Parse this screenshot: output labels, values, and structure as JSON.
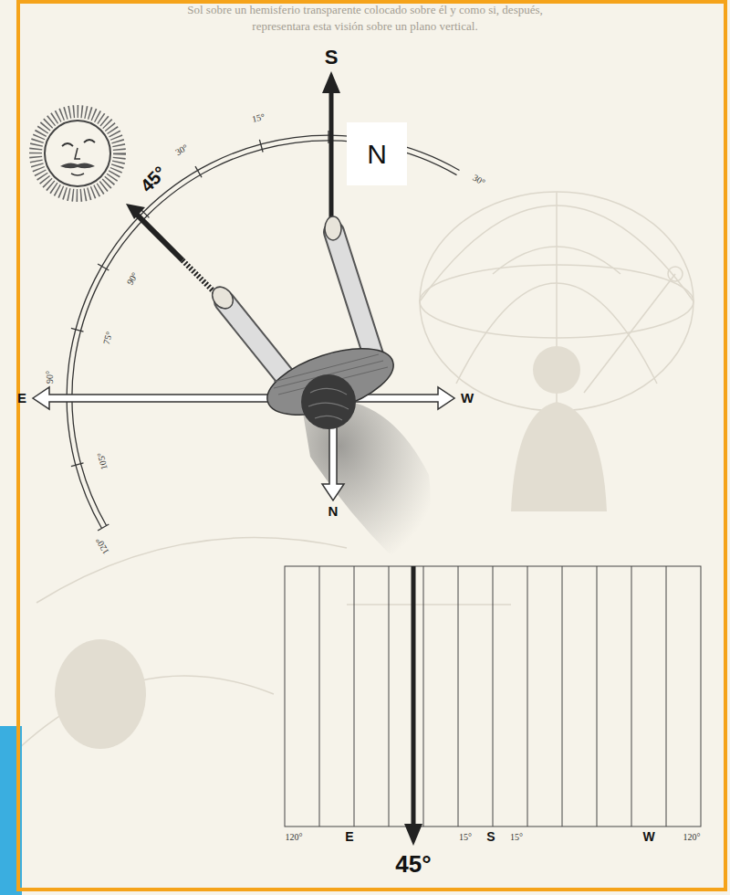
{
  "diagram": {
    "nodes": [
      {
        "text": [
          "N"
        ]
      }
    ],
    "labels": [
      "Sol sobre un hemisferio transparente colocado sobre él y como si, después,",
      "representara esta visión sobre un plano vertical.",
      "S",
      "15°",
      "30°",
      "30°",
      "45°",
      "90°",
      "75°",
      "E",
      "90°",
      "W",
      "105°",
      "N",
      "120°",
      "120°",
      "E",
      "45°",
      "15°",
      "S",
      "15°",
      "W",
      "120°"
    ]
  }
}
